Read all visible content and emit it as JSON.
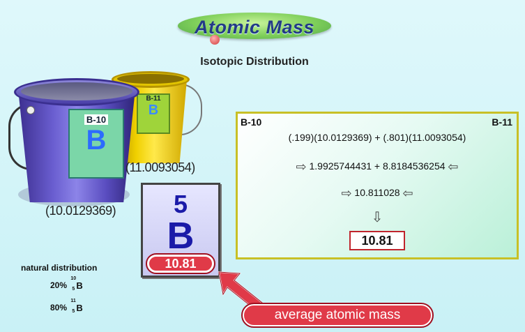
{
  "title": "Atomic Mass",
  "subtitle": "Isotopic Distribution",
  "buckets": {
    "b10": {
      "label": "B-10",
      "symbol": "B",
      "mass_label": "(10.0129369)"
    },
    "b11": {
      "label": "B-11",
      "symbol": "B",
      "mass_label": "(11.0093054)"
    }
  },
  "element_tile": {
    "atomic_number": "5",
    "symbol": "B",
    "atomic_mass": "10.81"
  },
  "natural_distribution": {
    "title": "natural distribution",
    "isotopes": [
      {
        "percent": "20%",
        "mass_number": "10",
        "atomic_number": "5",
        "symbol": "B"
      },
      {
        "percent": "80%",
        "mass_number": "11",
        "atomic_number": "5",
        "symbol": "B"
      }
    ]
  },
  "calculation": {
    "left_header": "B-10",
    "right_header": "B-11",
    "line1": "(.199)(10.0129369)  +  (.801)(11.0093054)",
    "line2": "1.9925744431  +  8.8184536254",
    "line3": "10.811028",
    "result": "10.81"
  },
  "callout": "average atomic mass",
  "colors": {
    "callout_red": "#e03a48",
    "tile_blue": "#1a1aa8",
    "calc_border": "#c8c026"
  }
}
